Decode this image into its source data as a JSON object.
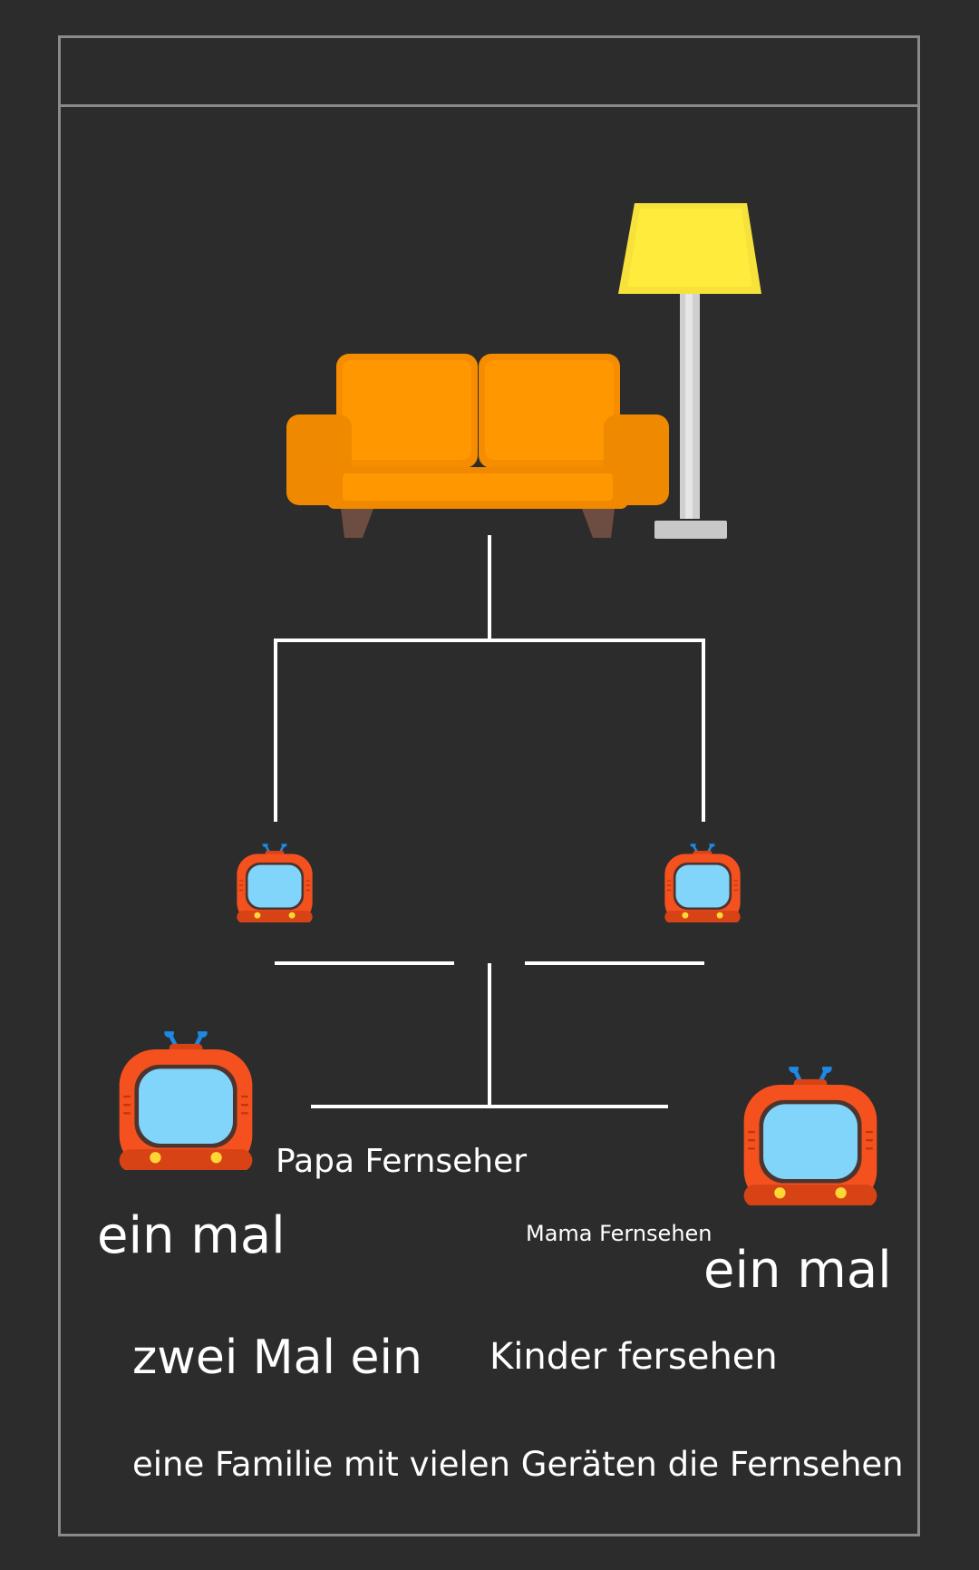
{
  "labels": {
    "papa": "Papa Fernseher",
    "mama": "Mama Fernsehen",
    "ein_mal_left": "ein mal",
    "ein_mal_right": "ein mal",
    "zwei_mal": "zwei Mal ein",
    "kinder": "Kinder fersehen",
    "familie": "eine Familie mit vielen Geräten die Fernsehen"
  },
  "icons": [
    "couch-icon",
    "floor-lamp-icon",
    "tv-icon"
  ],
  "colors": {
    "background": "#2c2c2c",
    "frame": "#8a8a8a",
    "lines": "#ffffff",
    "couch": "#ff9800",
    "lamp_shade": "#ffeb3b",
    "tv_body": "#ff5722",
    "tv_screen": "#81d4fa"
  }
}
